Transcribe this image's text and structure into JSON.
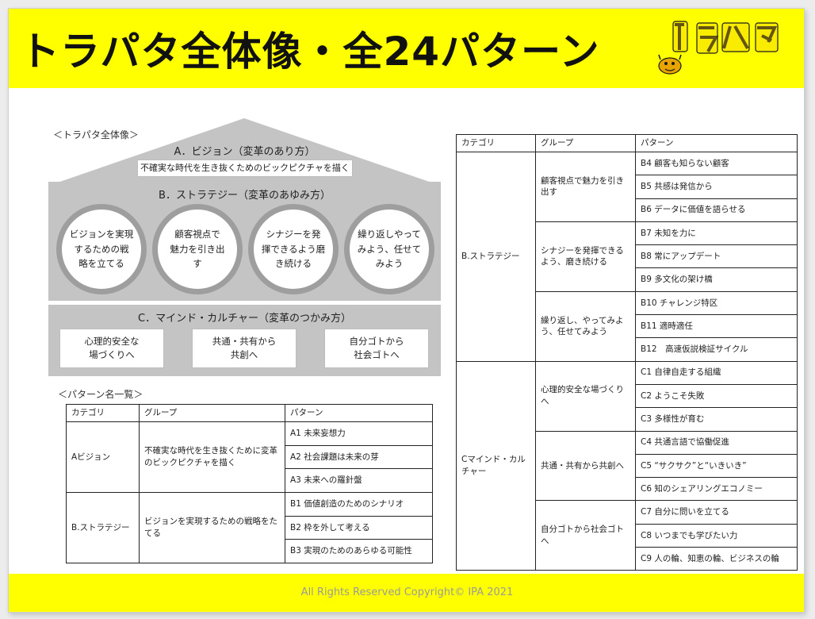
{
  "title": "トラパタ全体像・全24パターン",
  "logo": {
    "text": "トラパタ",
    "subtitle_line1": "トランスフォーメーション・デジタル時代におけるDX",
    "subtitle_line2": "パターン・ランゲージ"
  },
  "overview": {
    "label": "＜トラパタ全体像＞",
    "a_title": "A．ビジョン（変革のあり方）",
    "a_box": "不確実な時代を生き抜くためのビックピクチャを描く",
    "b_title": "B．ストラテジー（変革のあゆみ方）",
    "b_circles": [
      [
        "ビジョンを実現",
        "するための戦",
        "略を立てる"
      ],
      [
        "顧客視点で",
        "魅力を引き出",
        "す"
      ],
      [
        "シナジーを発",
        "揮できるよう磨",
        "き続ける"
      ],
      [
        "繰り返しやって",
        "みよう、任せて",
        "みよう"
      ]
    ],
    "c_title": "C．マインド・カルチャー（変革のつかみ方）",
    "c_boxes": [
      [
        "心理的安全な",
        "場づくりへ"
      ],
      [
        "共通・共有から",
        "共創へ"
      ],
      [
        "自分ゴトから",
        "社会ゴトへ"
      ]
    ]
  },
  "list_label": "＜パターン名一覧＞",
  "headers": {
    "category": "カテゴリ",
    "group": "グループ",
    "pattern": "パターン"
  },
  "table_left": {
    "categories": [
      {
        "name": "Aビジョン",
        "groups": [
          {
            "name": "不確実な時代を生き抜くために変革のビックピクチャを描く",
            "patterns": [
              "A1 未来妄想力",
              "A2 社会課題は未来の芽",
              "A3 未来への羅針盤"
            ]
          }
        ]
      },
      {
        "name": "B.ストラテジー",
        "groups": [
          {
            "name": "ビジョンを実現するための戦略をたてる",
            "patterns": [
              "B1 価値創造のためのシナリオ",
              "B2 枠を外して考える",
              "B3 実現のためのあらゆる可能性"
            ]
          }
        ]
      }
    ]
  },
  "table_right": {
    "categories": [
      {
        "name": "B.ストラテジー",
        "groups": [
          {
            "name": "顧客視点で魅力を引き出す",
            "patterns": [
              "B4 顧客も知らない顧客",
              "B5 共感は発信から",
              "B6 データに価値を語らせる"
            ]
          },
          {
            "name": "シナジーを発揮できるよう、磨き続ける",
            "patterns": [
              "B7 未知を力に",
              "B8 常にアップデート",
              "B9 多文化の架け橋"
            ]
          },
          {
            "name": "繰り返し、やってみよう、任せてみよう",
            "patterns": [
              "B10 チャレンジ特区",
              "B11 適時適任",
              "B12　高速仮説検証サイクル"
            ]
          }
        ]
      },
      {
        "name": "Cマインド・カルチャー",
        "groups": [
          {
            "name": "心理的安全な場づくりへ",
            "patterns": [
              "C1 自律自走する組織",
              "C2 ようこそ失敗",
              "C3 多様性が育む"
            ]
          },
          {
            "name": "共通・共有から共創へ",
            "patterns": [
              "C4 共通言語で協働促進",
              "C5 “サクサク”と“いきいき”",
              "C6 知のシェアリングエコノミー"
            ]
          },
          {
            "name": "自分ゴトから社会ゴトへ",
            "patterns": [
              "C7 自分に問いを立てる",
              "C8 いつまでも学びたい力",
              "C9 人の輪、知恵の輪、ビジネスの輪"
            ]
          }
        ]
      }
    ]
  },
  "footer": {
    "copyright": "All Rights Reserved Copyright© IPA 2021"
  }
}
